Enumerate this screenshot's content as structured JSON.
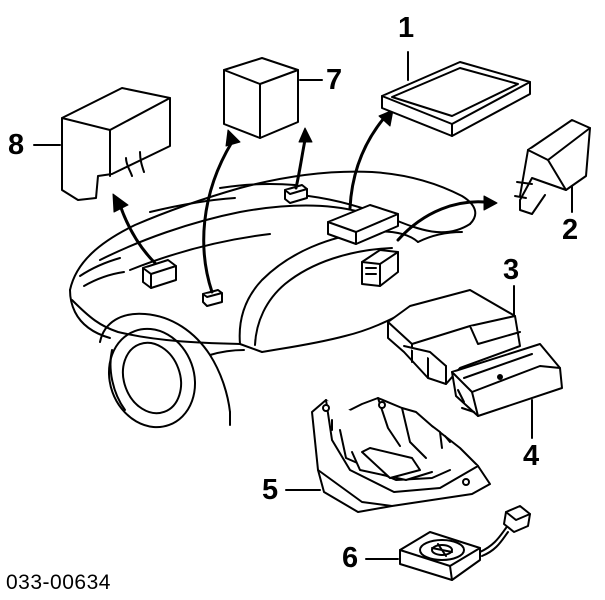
{
  "diagram": {
    "code": "033-00634",
    "line_color": "#000000",
    "fill_color": "#ffffff",
    "callouts": [
      {
        "number": "1",
        "part": "top-box-module"
      },
      {
        "number": "2",
        "part": "side-wedge-unit"
      },
      {
        "number": "3",
        "part": "control-module-upper"
      },
      {
        "number": "4",
        "part": "control-module-lower"
      },
      {
        "number": "5",
        "part": "mounting-bracket"
      },
      {
        "number": "6",
        "part": "fan-unit"
      },
      {
        "number": "7",
        "part": "cube-module"
      },
      {
        "number": "8",
        "part": "side-box-module"
      }
    ]
  }
}
